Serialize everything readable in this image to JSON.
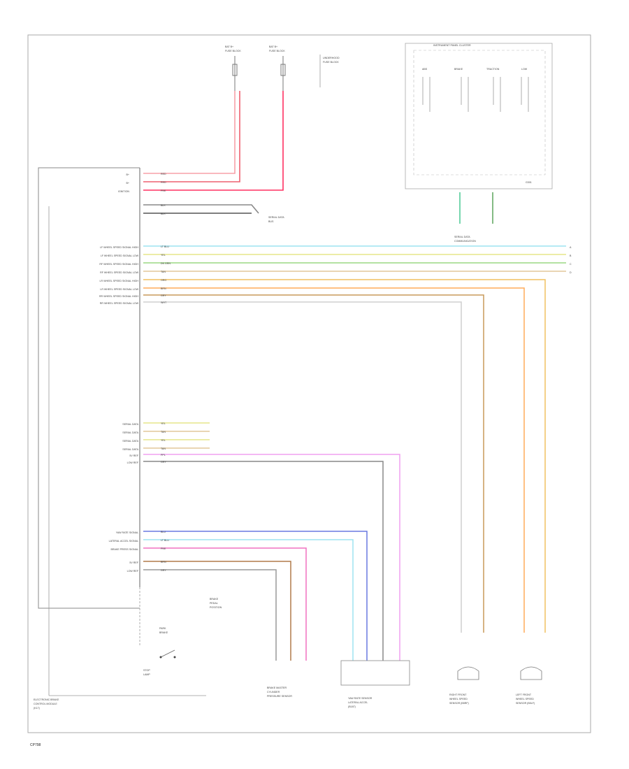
{
  "diagram": {
    "footer_code": "CP798",
    "ecm_label": [
      "ELECTRONIC BRAKE",
      "CONTROL MODULE",
      "(K17)"
    ],
    "fuse_labels": [
      [
        "BAT B+",
        "FUSE BLOCK"
      ],
      [
        "BAT B+",
        "FUSE BLOCK"
      ]
    ],
    "fuse_box_label": [
      "UNDERHOOD",
      "FUSE BLOCK"
    ],
    "instrument_panel_label": "INSTRUMENT PANEL CLUSTER",
    "ipc_channels": [
      "ABS",
      "BRAKE",
      "TRACTION",
      "LOW"
    ],
    "ground_label": "G301",
    "serial_data_label": [
      "SERIAL DATA",
      "COMMUNICATION"
    ],
    "serial_bus_label": [
      "SERIAL DATA",
      "BUS"
    ],
    "brake_switch_labels": [
      "BRAKE",
      "PEDAL",
      "POSITION"
    ],
    "park_brake_label": [
      "PARK",
      "BRAKE"
    ],
    "stop_lamp_label": [
      "STOP",
      "LAMP"
    ],
    "sensor_labels": [
      [
        "BRAKE MASTER",
        "CYLINDER",
        "PRESSURE SENSOR"
      ],
      [
        "YAW RATE SENSOR",
        "LATERAL ACCEL",
        "(B187)"
      ],
      [
        "RIGHT FRONT",
        "WHEEL SPEED",
        "SENSOR (B5RF)"
      ],
      [
        "LEFT FRONT",
        "WHEEL SPEED",
        "SENSOR (B5LF)"
      ]
    ],
    "left_pin_labels": [
      "B+",
      "B+",
      "IGNITION",
      "LF WHEEL SPEED SIGNAL HIGH",
      "LF WHEEL SPEED SIGNAL LOW",
      "RF WHEEL SPEED SIGNAL HIGH",
      "RF WHEEL SPEED SIGNAL LOW",
      "LR WHEEL SPEED SIGNAL HIGH",
      "LR WHEEL SPEED SIGNAL LOW",
      "RR WHEEL SPEED SIGNAL HIGH",
      "RR WHEEL SPEED SIGNAL LOW",
      "SERIAL DATA",
      "SERIAL DATA",
      "SERIAL DATA",
      "SERIAL DATA",
      "5V REF",
      "LOW REF",
      "YAW RATE SIGNAL",
      "LATERAL ACCEL SIGNAL",
      "BRAKE PRESS SIGNAL",
      "5V REF",
      "LOW REF"
    ],
    "wire_colors": [
      "RED",
      "RED",
      "PNK",
      "BLK",
      "BLK",
      "LT BLU",
      "YEL",
      "DK GRN",
      "TAN",
      "ORG",
      "BRN",
      "GRY",
      "WHT",
      "YEL",
      "TAN",
      "YEL",
      "TAN",
      "PPL",
      "GRY",
      "BLU",
      "LT BLU",
      "PNK",
      "BRN",
      "GRY"
    ],
    "connector_labels": [
      "A",
      "B",
      "C",
      "D"
    ]
  }
}
